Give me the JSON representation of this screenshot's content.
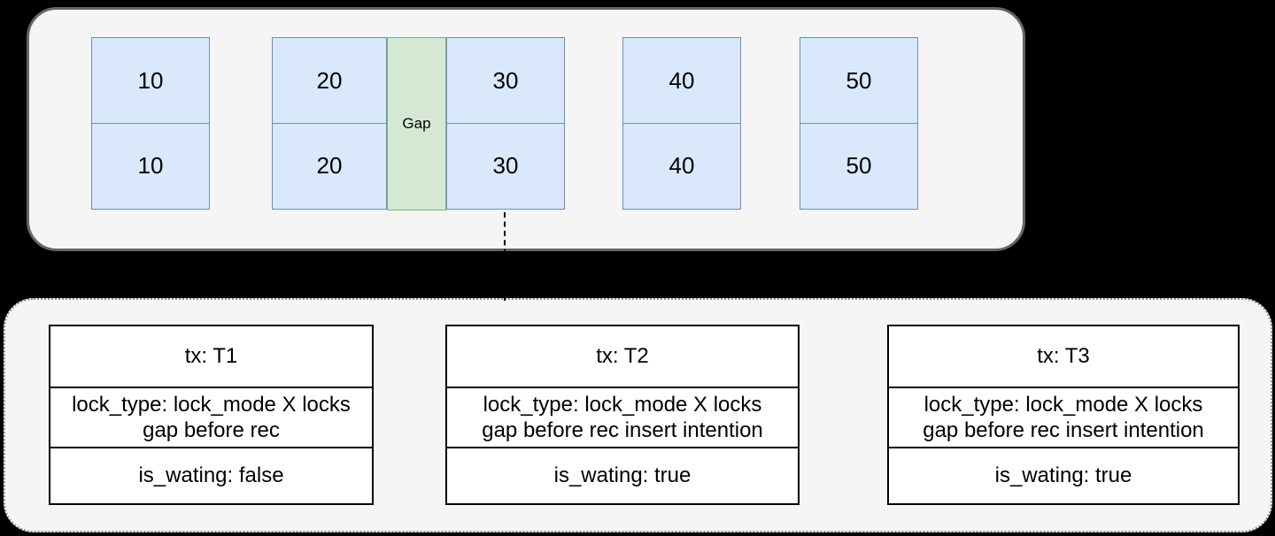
{
  "colors": {
    "background": "#000000",
    "panel_fill": "#f5f5f5",
    "panel_border": "#666666",
    "record_fill": "#dae8fc",
    "record_border": "#6c8ebf",
    "gap_fill": "#d5e8d4",
    "gap_border": "#82b366",
    "text": "#000000"
  },
  "index_records": {
    "values": [
      "10",
      "20",
      "30",
      "40",
      "50"
    ],
    "gap_label": "Gap"
  },
  "transactions": [
    {
      "tx": "tx: T1",
      "lock_type": "lock_type: lock_mode X locks gap before rec",
      "is_waiting": "is_wating: false"
    },
    {
      "tx": "tx: T2",
      "lock_type": "lock_type: lock_mode X locks gap before rec insert intention",
      "is_waiting": "is_wating: true"
    },
    {
      "tx": "tx: T3",
      "lock_type": "lock_type: lock_mode X locks gap before rec insert intention",
      "is_waiting": "is_wating: true"
    }
  ]
}
